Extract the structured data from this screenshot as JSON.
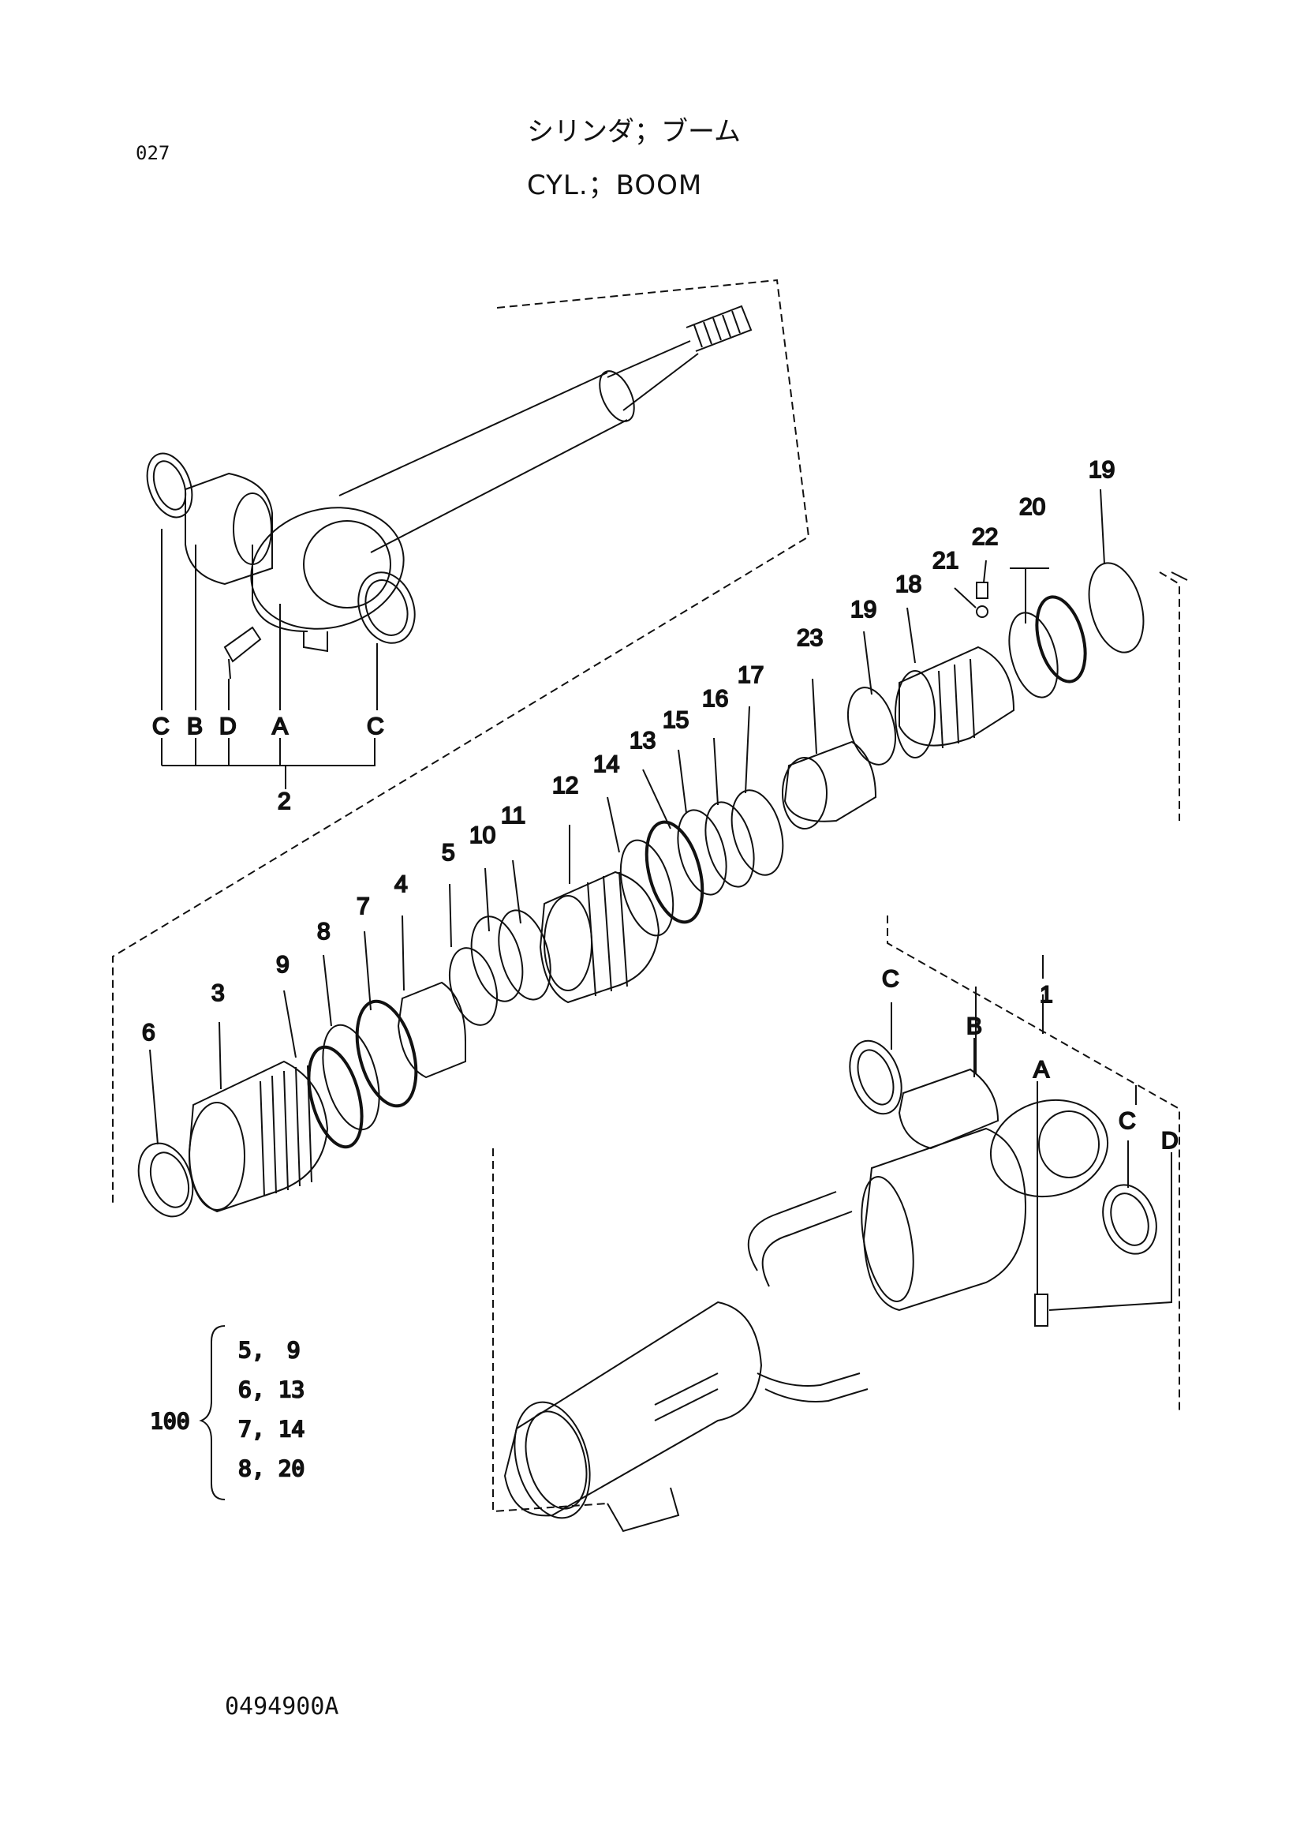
{
  "header": {
    "page_number": "027",
    "title_jp": "シリンダ；ブーム",
    "title_en": "CYL.；BOOM"
  },
  "footer": {
    "drawing_number": "0494900A"
  },
  "callouts": {
    "assy1": {
      "number": "1",
      "letters": [
        "C",
        "B",
        "A",
        "C",
        "D"
      ]
    },
    "assy2": {
      "number": "2",
      "letters": [
        "C",
        "B",
        "D",
        "A",
        "C"
      ]
    },
    "parts": [
      "3",
      "4",
      "5",
      "6",
      "7",
      "8",
      "9",
      "10",
      "11",
      "12",
      "13",
      "14",
      "15",
      "16",
      "17",
      "18",
      "19",
      "19",
      "20",
      "21",
      "22",
      "23"
    ]
  },
  "seal_kit": {
    "number": "100",
    "rows": [
      "5,　9",
      "6, 13",
      "7, 14",
      "8, 20"
    ]
  }
}
